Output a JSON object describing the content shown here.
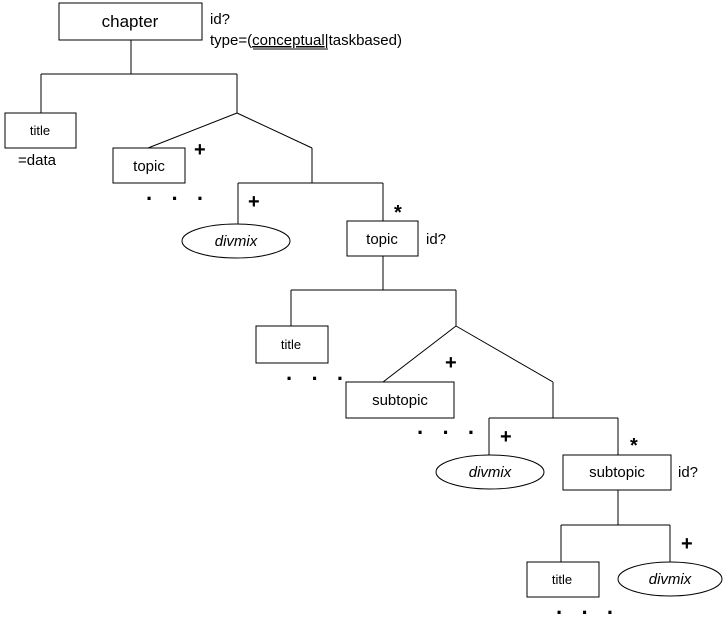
{
  "nodes": {
    "chapter": "chapter",
    "chapter_attr_id": "id?",
    "chapter_attr_type_prefix": "type=(",
    "chapter_attr_type_default": "conceptual",
    "chapter_attr_type_rest": "|taskbased)",
    "title1": "title",
    "title1_note": "=data",
    "topic1": "topic",
    "divmix1": "divmix",
    "topic2": "topic",
    "topic2_attr": "id?",
    "title2": "title",
    "subtopic1": "subtopic",
    "divmix2": "divmix",
    "subtopic2": "subtopic",
    "subtopic2_attr": "id?",
    "title3": "title",
    "divmix3": "divmix"
  },
  "symbols": {
    "plus": "+",
    "star": "*",
    "ellipsis": "· · ·"
  }
}
